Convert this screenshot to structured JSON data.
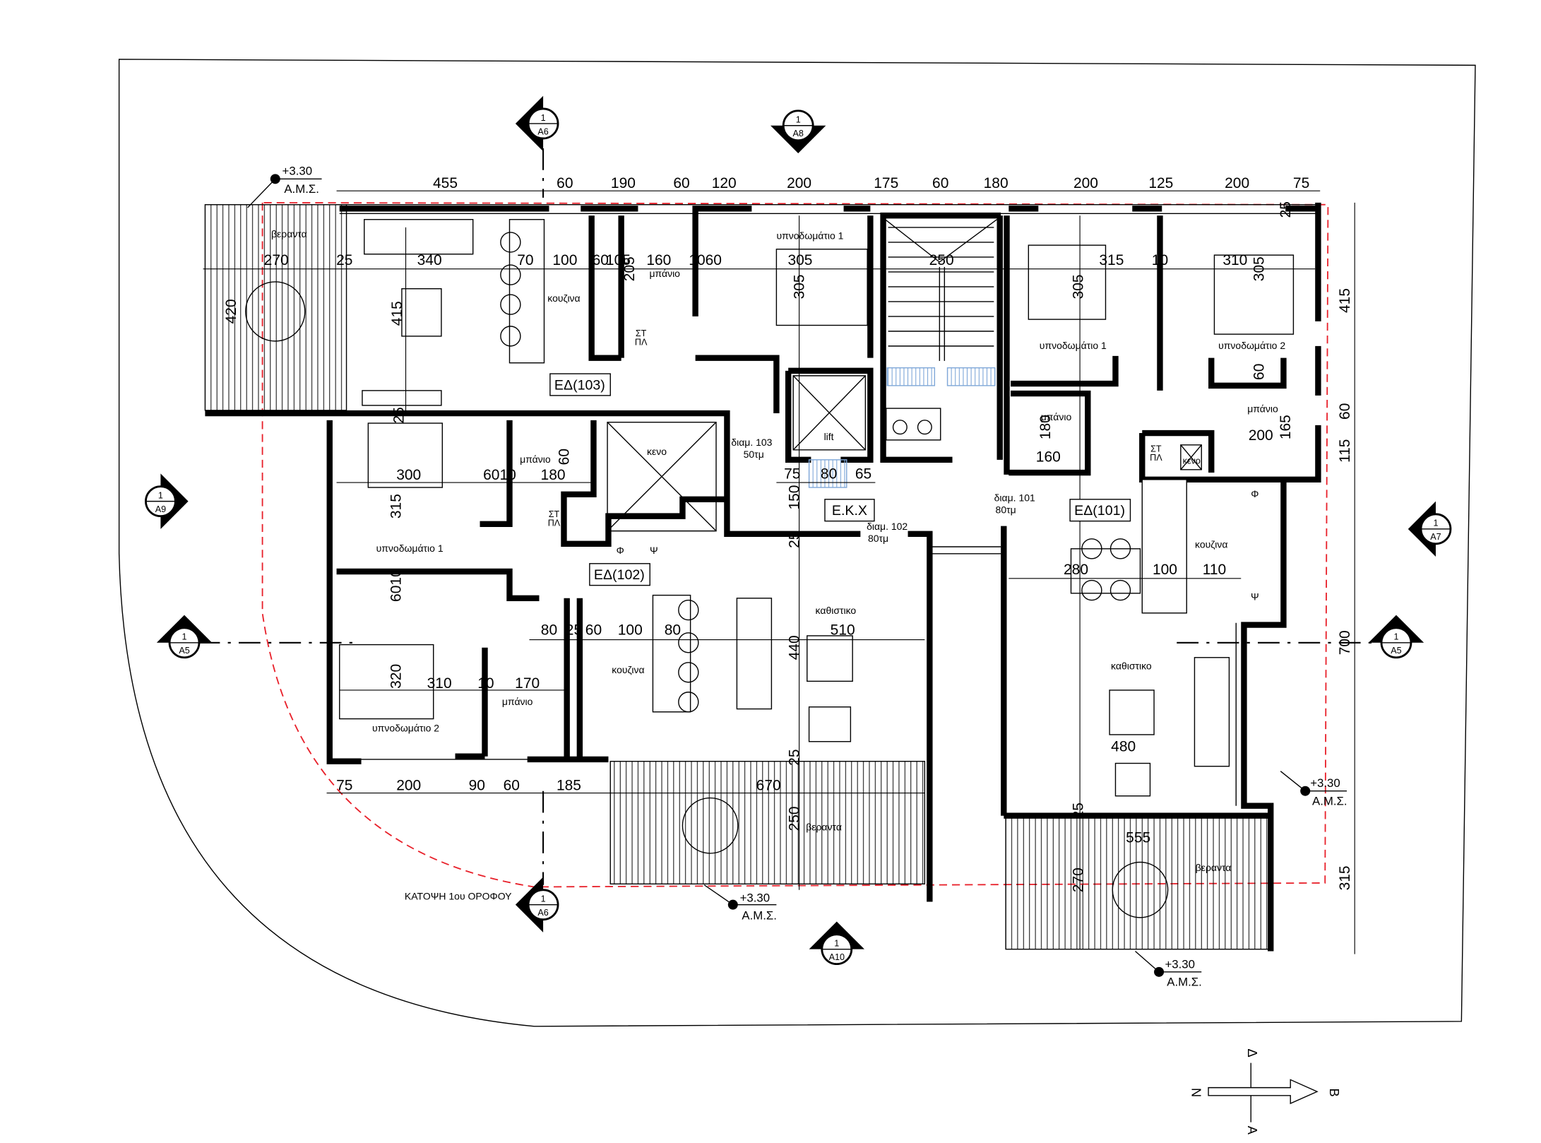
{
  "title": "ΚΑΤΟΨΗ 1ου ΟΡΟΦΟΥ",
  "levels": [
    {
      "value": "+3.30",
      "label": "Α.Μ.Σ."
    },
    {
      "value": "+3.30",
      "label": "Α.Μ.Σ."
    },
    {
      "value": "+3.30",
      "label": "Α.Μ.Σ."
    },
    {
      "value": "+3.30",
      "label": "Α.Μ.Σ."
    }
  ],
  "sections": [
    {
      "num": "1",
      "id": "A6"
    },
    {
      "num": "1",
      "id": "A8"
    },
    {
      "num": "1",
      "id": "A9"
    },
    {
      "num": "1",
      "id": "A7"
    },
    {
      "num": "1",
      "id": "A5"
    },
    {
      "num": "1",
      "id": "A5"
    },
    {
      "num": "1",
      "id": "A6"
    },
    {
      "num": "1",
      "id": "A10"
    }
  ],
  "units": [
    "ΕΔ(103)",
    "ΕΔ(102)",
    "ΕΔ(101)",
    "Ε.Κ.Χ"
  ],
  "rooms": [
    "βεραντα",
    "κουζινα",
    "μπάνιο",
    "υπνοδωμάτιο 1",
    "υπνοδωμάτιο 1",
    "υπνοδωμάτιο 2",
    "μπάνιο",
    "μπάνιο",
    "κενο",
    "lift",
    "μπάνιο",
    "υπνοδωμάτιο 1",
    "κουζινα",
    "καθιστικο",
    "κουζινα",
    "μπάνιο",
    "υπνοδωμάτιο 2",
    "καθιστικο",
    "βεραντα",
    "βεραντα",
    "κενο"
  ],
  "closet": {
    "st": "ΣΤ",
    "pl": "ΠΛ"
  },
  "fridge": "Φ",
  "freezer": "Ψ",
  "doors": [
    {
      "name": "διαμ. 103",
      "area": "50τμ"
    },
    {
      "name": "διαμ. 102",
      "area": "80τμ"
    },
    {
      "name": "διαμ. 101",
      "area": "80τμ"
    }
  ],
  "dims": [
    "455",
    "60",
    "190",
    "60",
    "120",
    "200",
    "175",
    "60",
    "180",
    "200",
    "125",
    "200",
    "75",
    "270",
    "25",
    "340",
    "70",
    "100",
    "60",
    "105",
    "205",
    "160",
    "1060",
    "305",
    "250",
    "315",
    "10",
    "310",
    "420",
    "415",
    "305",
    "305",
    "305",
    "25",
    "415",
    "60",
    "115",
    "700",
    "315",
    "300",
    "6010",
    "180",
    "60",
    "315",
    "25",
    "180",
    "160",
    "200",
    "165",
    "60",
    "75",
    "80",
    "65",
    "150",
    "25",
    "280",
    "100",
    "110",
    "6010",
    "80",
    "25",
    "60",
    "100",
    "80",
    "510",
    "440",
    "320",
    "310",
    "10",
    "170",
    "480",
    "25",
    "75",
    "200",
    "90",
    "60",
    "185",
    "670",
    "250",
    "25",
    "555",
    "270"
  ],
  "compass": {
    "top": "Δ",
    "left": "Ν",
    "right": "Β",
    "bottom": "Α"
  },
  "colors": {
    "boundary_dashed": "#e8202a",
    "walls": "#000000",
    "stair_glass": "#7fa7d8"
  }
}
